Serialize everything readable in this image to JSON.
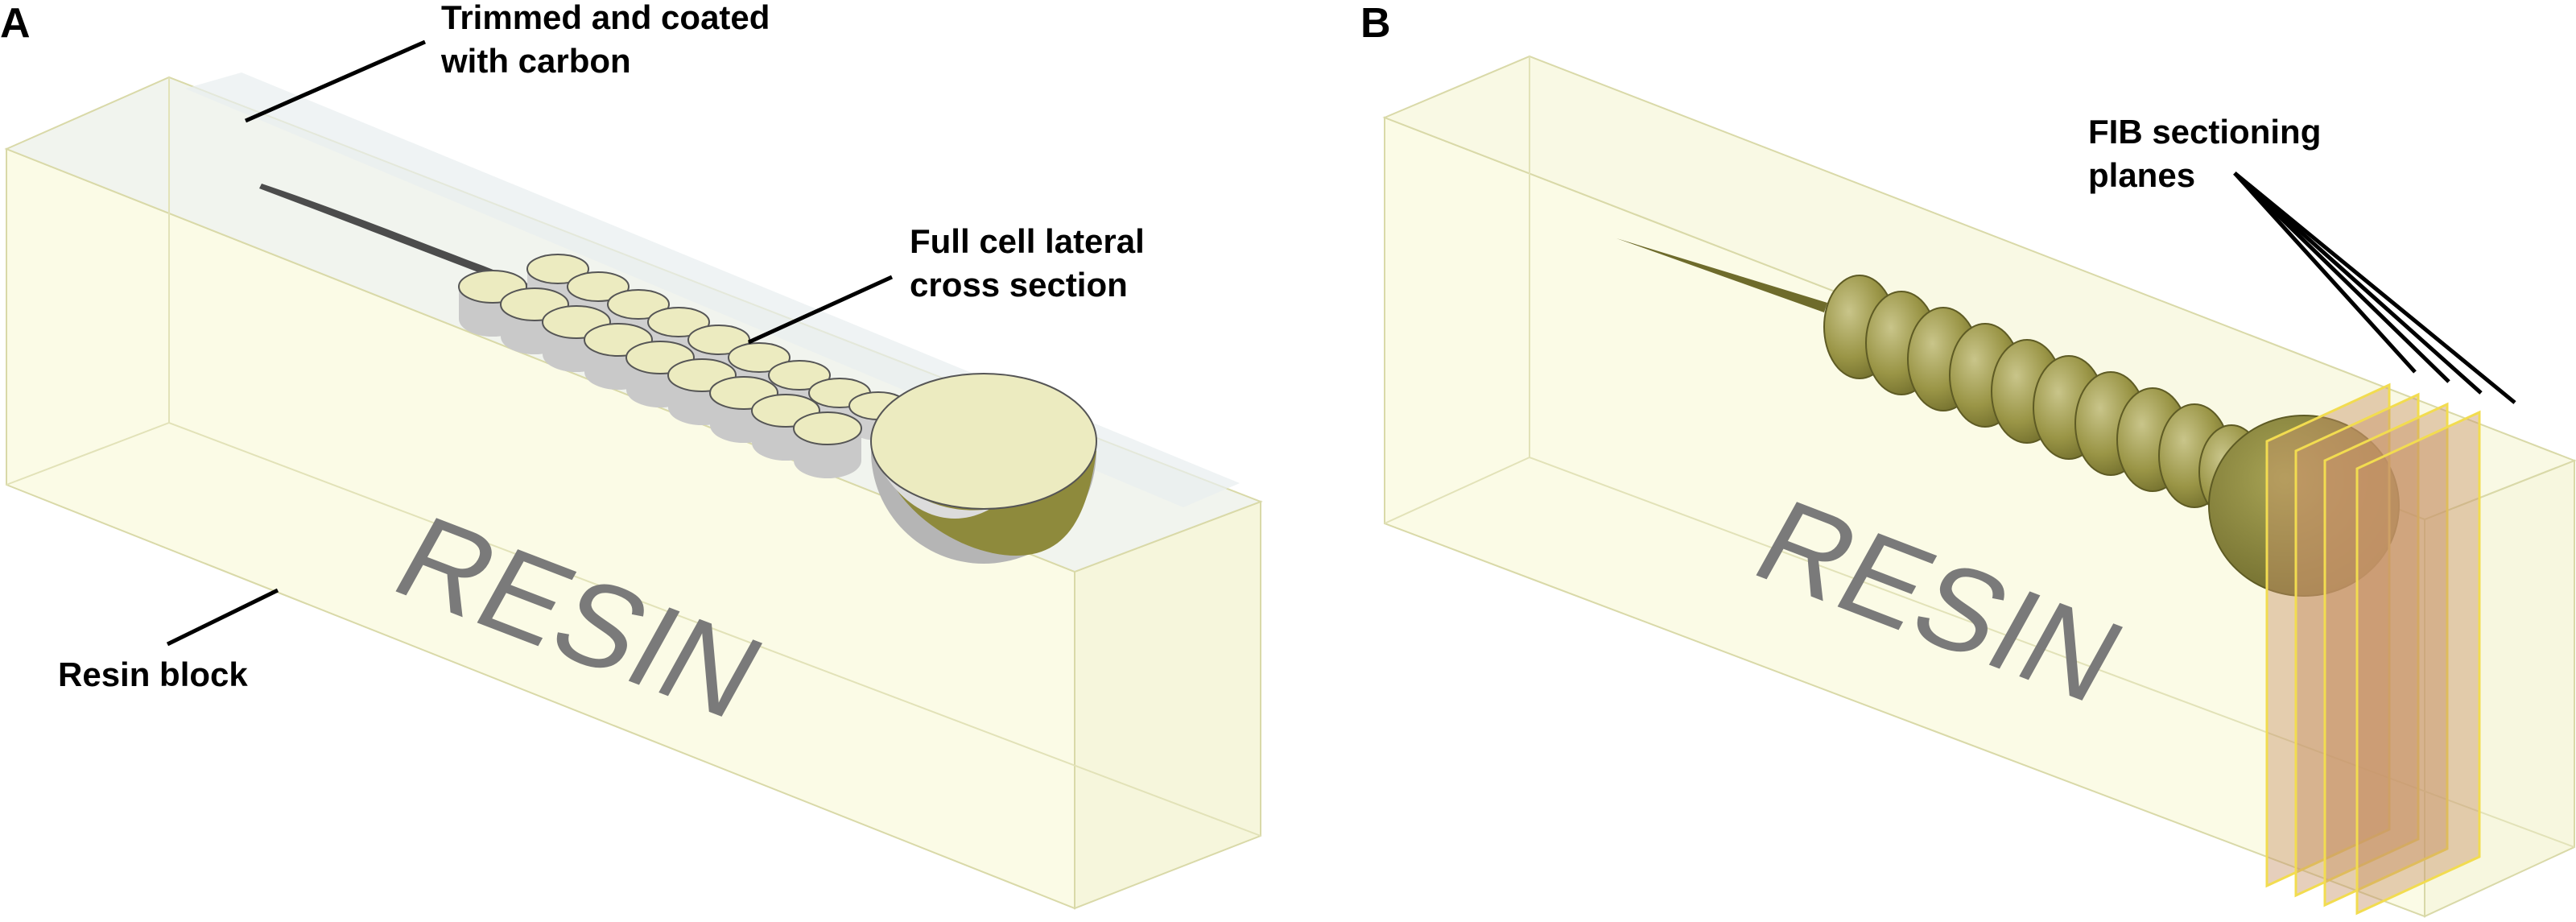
{
  "panel_a": {
    "letter": "A",
    "labels": {
      "trimmed": [
        "Trimmed and coated",
        "with carbon"
      ],
      "cross_section": [
        "Full cell lateral",
        "cross section"
      ],
      "resin_block": "Resin block"
    },
    "block_text": "RESIN"
  },
  "panel_b": {
    "letter": "B",
    "labels": {
      "fib": [
        "FIB sectioning",
        "planes"
      ]
    },
    "block_text": "RESIN"
  },
  "colors": {
    "block_fill": "#fbfbe6",
    "block_edge": "#d9d9a8",
    "cell_section": "#ecebc0",
    "cell_body": "#8e8a3c",
    "plane_fill": "#c8946a",
    "plane_edge": "#f2dc50"
  }
}
